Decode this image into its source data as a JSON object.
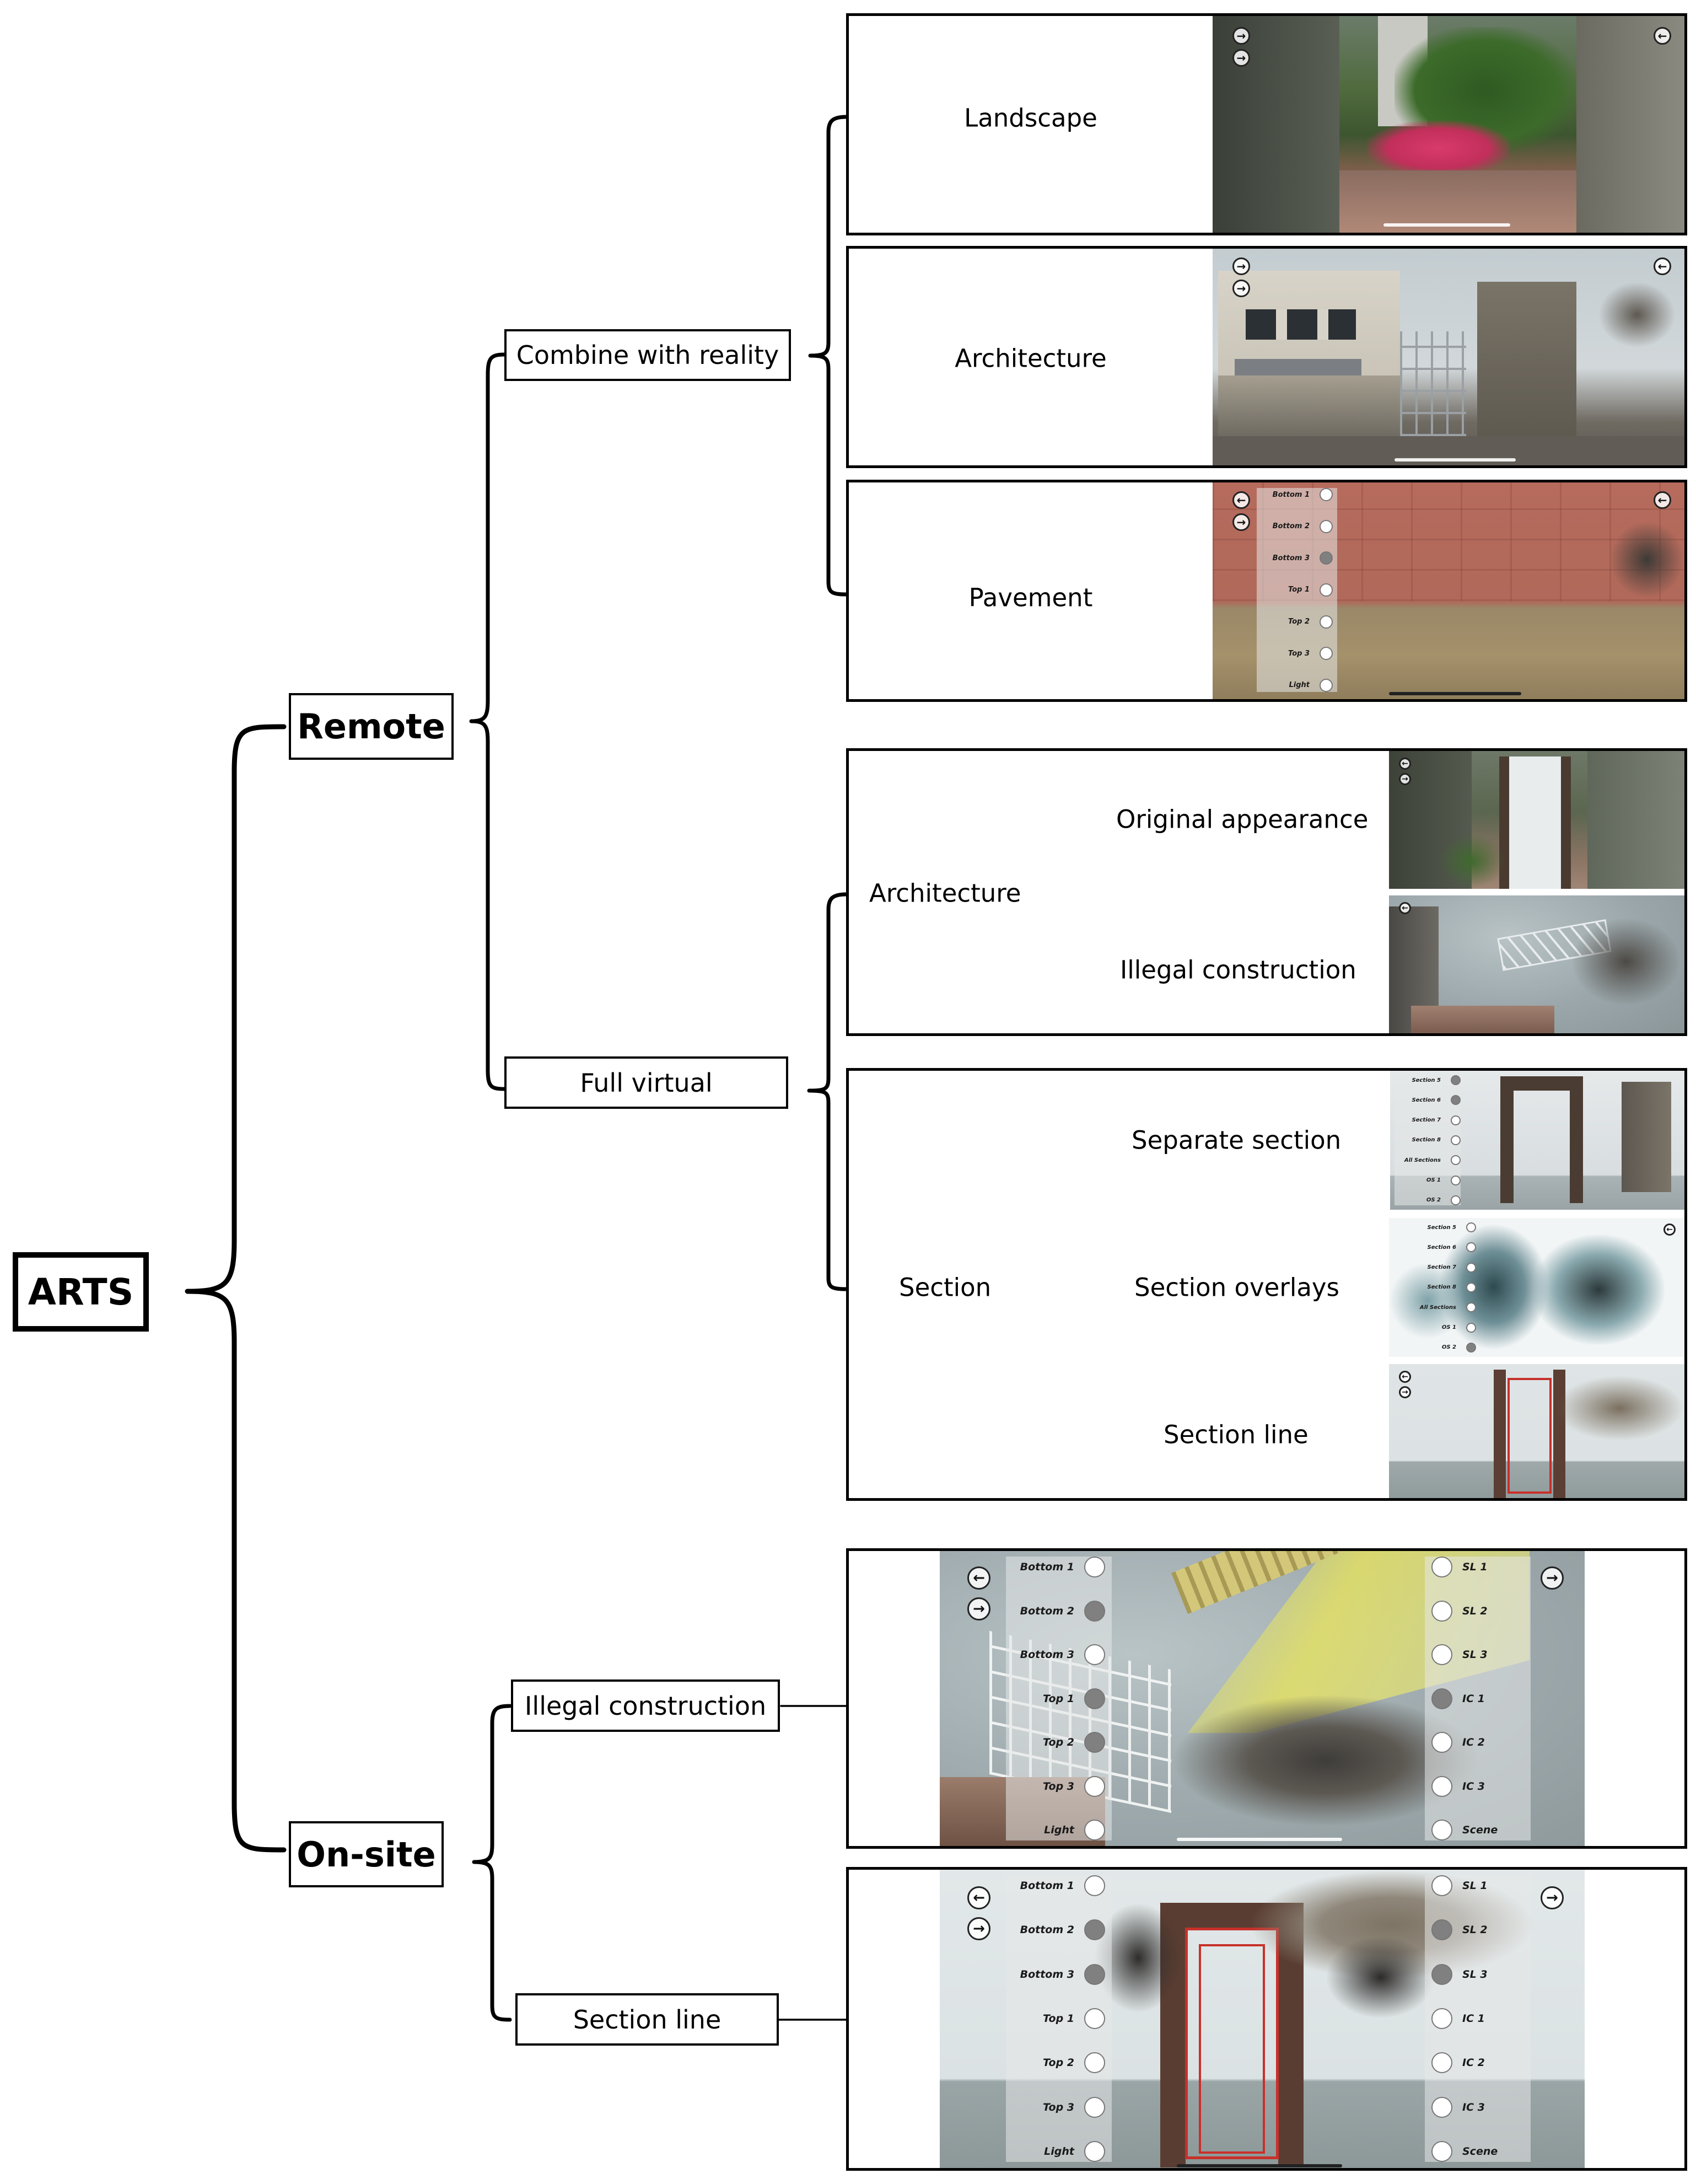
{
  "root": {
    "label": "ARTS"
  },
  "branches": {
    "remote": {
      "label": "Remote"
    },
    "onsite": {
      "label": "On-site"
    }
  },
  "remote_children": {
    "combine": {
      "label": "Combine with reality"
    },
    "full_virtual": {
      "label": "Full virtual"
    }
  },
  "combine_items": {
    "landscape": {
      "label": "Landscape"
    },
    "architecture": {
      "label": "Architecture"
    },
    "pavement": {
      "label": "Pavement",
      "menu": [
        "Bottom 1",
        "Bottom 2",
        "Bottom 3",
        "Top 1",
        "Top 2",
        "Top 3",
        "Light"
      ],
      "menu_on": [
        false,
        false,
        true,
        false,
        false,
        false,
        false
      ]
    }
  },
  "full_virtual_items": {
    "architecture": {
      "label": "Architecture",
      "children": {
        "original": "Original appearance",
        "illegal": "Illegal construction"
      }
    },
    "section": {
      "label": "Section",
      "children": {
        "separate": "Separate section",
        "overlays": "Section overlays",
        "line": "Section line"
      },
      "separate_menu": [
        "Section 5",
        "Section 6",
        "Section 7",
        "Section 8",
        "All Sections",
        "OS 1",
        "OS 2"
      ],
      "overlays_menu": [
        "Section 5",
        "Section 6",
        "Section 7",
        "Section 8",
        "All Sections",
        "OS 1",
        "OS 2"
      ]
    }
  },
  "onsite_children": {
    "illegal": {
      "label": "Illegal construction"
    },
    "section_line": {
      "label": "Section line"
    }
  },
  "onsite_menus": {
    "left": [
      "Bottom 1",
      "Bottom 2",
      "Bottom 3",
      "Top 1",
      "Top 2",
      "Top 3",
      "Light"
    ],
    "right": [
      "SL 1",
      "SL 2",
      "SL 3",
      "IC 1",
      "IC 2",
      "IC 3",
      "Scene"
    ],
    "illegal_left_on": [
      false,
      true,
      false,
      true,
      true,
      false,
      false
    ],
    "illegal_right_on": [
      false,
      false,
      false,
      true,
      false,
      false,
      false
    ],
    "section_left_on": [
      false,
      true,
      true,
      false,
      false,
      false,
      false
    ],
    "section_right_on": [
      false,
      true,
      true,
      false,
      false,
      false,
      false
    ]
  },
  "icons": {
    "back": "←",
    "forward": "→"
  }
}
